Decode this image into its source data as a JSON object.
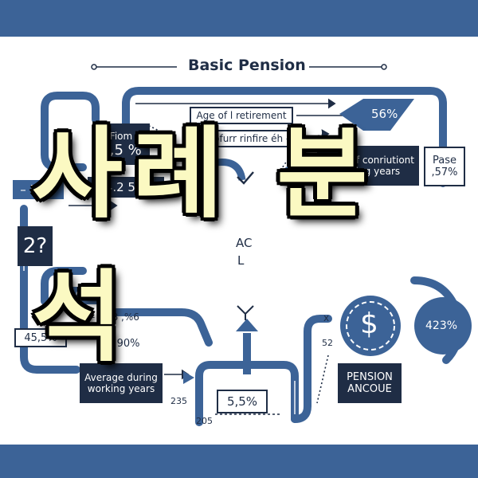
{
  "title": "Basic Pension",
  "overlay_text": "사례 분석",
  "colors": {
    "primary": "#3c6397",
    "dark": "#1f2d45",
    "light_line": "#d8e1ee",
    "overlay_fill": "#fbf9c2"
  },
  "boxes": {
    "age_retirement": "Age of l retirement",
    "age_further": "Age ofurr rinfire éh –",
    "from_label": "Fiom",
    "from_value": "4,5 %",
    "pct_56": "56%",
    "years_contribution_line1": "Years of conriutiont",
    "years_contribution_line2": "durring years",
    "pase_label": "Pase",
    "pase_value": ",57%",
    "pct_54": "– 54%",
    "pct_44_50": "44.2 50%",
    "left_value": "2?",
    "ma_label": "Ma",
    "pct_45_5": "45,5%",
    "average_line1": "Average during",
    "average_line2": "working years",
    "pct_5_5": "5,5%",
    "pension_line1": "PENSION",
    "pension_line2": "ANCOUE",
    "pct_423": "423%",
    "dollar_icon_glyph": "$"
  },
  "labels": {
    "small_top": "ö",
    "row_36": "36 – ≈ ,8 ,%6",
    "pct_90": "– 90%",
    "num_52": "52",
    "num_235": "235",
    "num_205": "205",
    "mark_x": "x",
    "cut_ac": "AC",
    "cut_l": "L"
  }
}
